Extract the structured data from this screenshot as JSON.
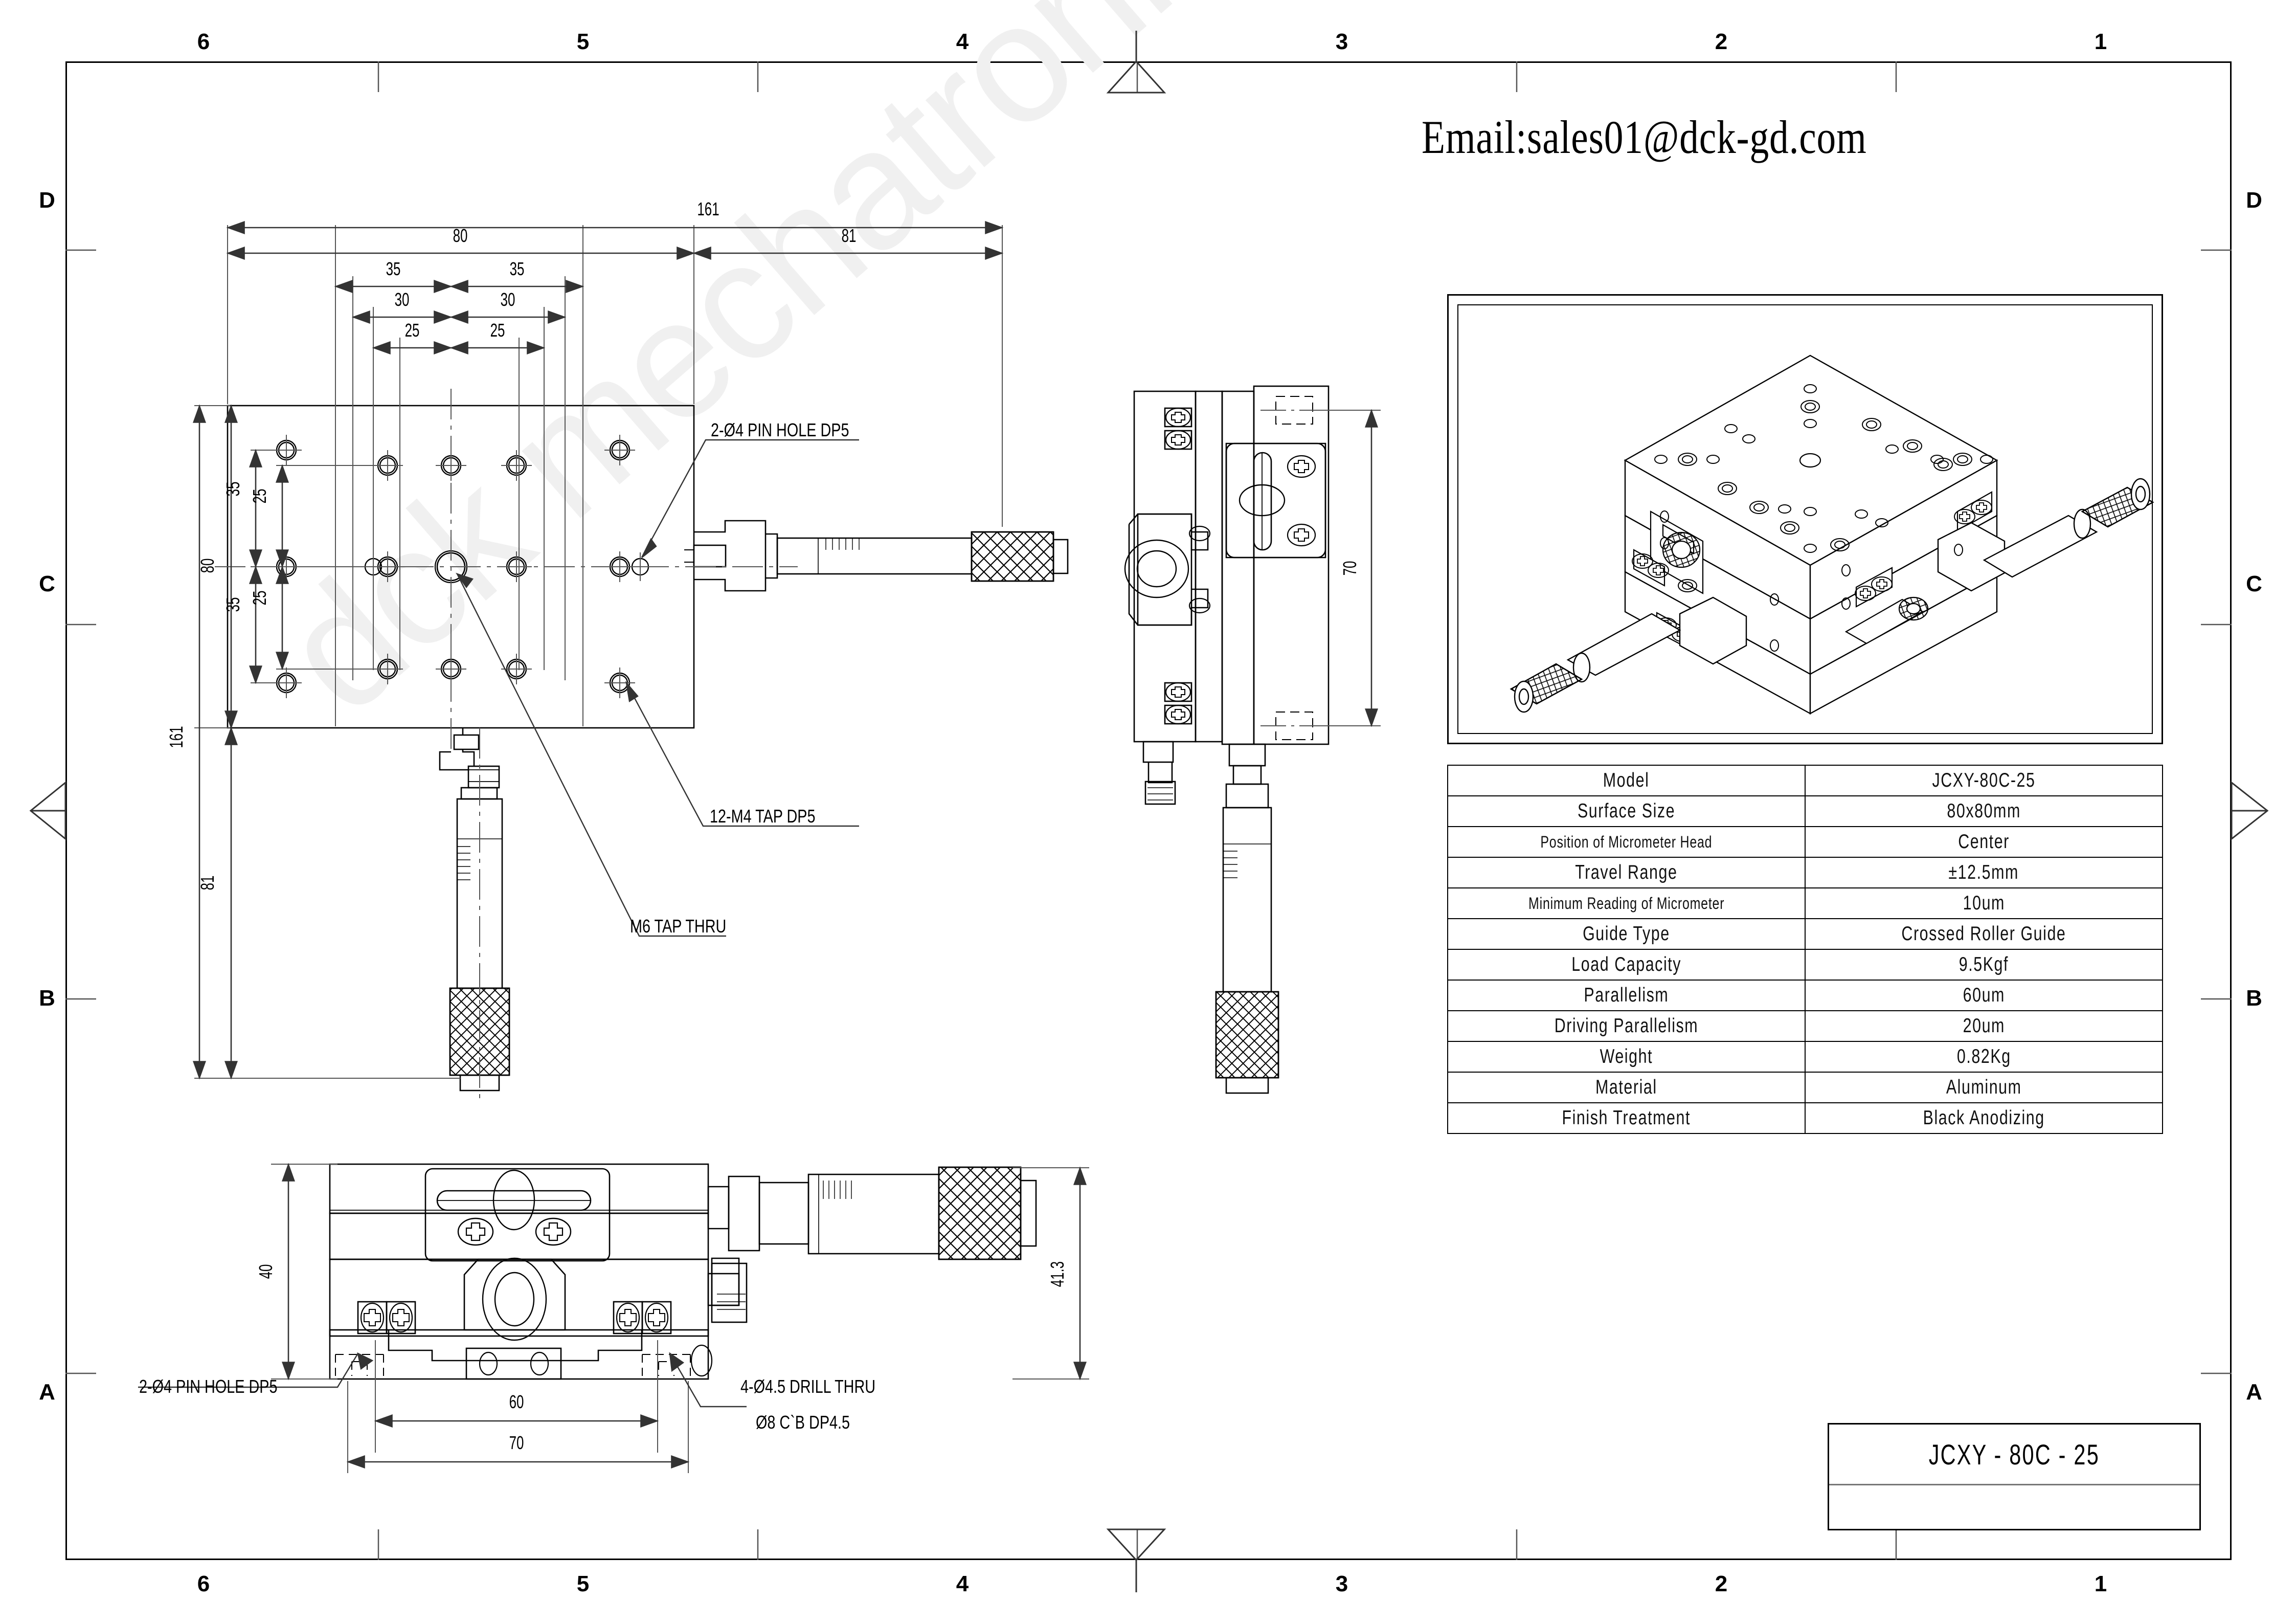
{
  "sheet": {
    "background": "#ffffff",
    "line_color": "#000000",
    "watermark_text": "dck mechatronix",
    "watermark_color": "#f0f0f0"
  },
  "header": {
    "email": "Email:sales01@dck-gd.com"
  },
  "border": {
    "columns_top": [
      "6",
      "5",
      "4",
      "3",
      "2",
      "1"
    ],
    "columns_bottom": [
      "6",
      "5",
      "4",
      "3",
      "2",
      "1"
    ],
    "rows_left": [
      "D",
      "C",
      "B",
      "A"
    ],
    "rows_right": [
      "D",
      "C",
      "B",
      "A"
    ]
  },
  "title_block": {
    "part_number": "JCXY - 80C - 25"
  },
  "spec_table": {
    "rows": [
      {
        "label": "Model",
        "value": "JCXY-80C-25"
      },
      {
        "label": "Surface Size",
        "value": "80x80mm"
      },
      {
        "label": "Position of Micrometer Head",
        "value": "Center"
      },
      {
        "label": "Travel Range",
        "value": "±12.5mm"
      },
      {
        "label": "Minimum Reading of Micrometer",
        "value": "10um"
      },
      {
        "label": "Guide Type",
        "value": "Crossed Roller Guide"
      },
      {
        "label": "Load Capacity",
        "value": "9.5Kgf"
      },
      {
        "label": "Parallelism",
        "value": "60um"
      },
      {
        "label": "Driving Parallelism",
        "value": "20um"
      },
      {
        "label": "Weight",
        "value": "0.82Kg"
      },
      {
        "label": "Material",
        "value": "Aluminum"
      },
      {
        "label": "Finish Treatment",
        "value": "Black Anodizing"
      }
    ]
  },
  "views": {
    "top_view": {
      "name": "Top / Plan View",
      "dimensions": {
        "overall_width": "161",
        "plate_width": "80",
        "right_extension": "81",
        "h_35_left": "35",
        "h_35_right": "35",
        "h_30_left": "30",
        "h_30_right": "30",
        "h_25_left": "25",
        "h_25_right": "25",
        "overall_height": "161",
        "plate_height": "80",
        "bottom_extension": "81",
        "v_35_top": "35",
        "v_25_top": "25",
        "v_25_bottom": "25",
        "v_35_bottom": "35"
      },
      "callouts": [
        "2-Ø4 PIN HOLE DP5",
        "12-M4 TAP DP5",
        "M6 TAP THRU"
      ]
    },
    "side_view": {
      "name": "Side View",
      "dimensions": {
        "height": "70"
      }
    },
    "front_view": {
      "name": "Front View",
      "dimensions": {
        "body_height": "40",
        "total_height": "41.3",
        "hole_span_inner": "60",
        "hole_span_outer": "70"
      },
      "callouts": [
        "2-Ø4 PIN HOLE DP5",
        "4-Ø4.5 DRILL THRU",
        "Ø8 C`B DP4.5"
      ]
    },
    "iso_view": {
      "name": "Isometric Product View"
    }
  }
}
